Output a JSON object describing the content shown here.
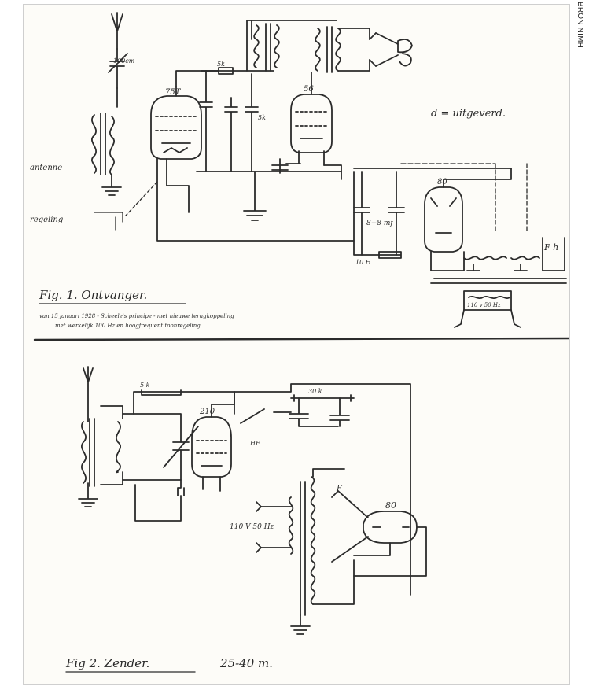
{
  "credit": "BRON NIMH",
  "fig1": {
    "caption": "Fig. 1. Ontvanger.",
    "caption_sub_1": "van 15 januari 1928 - Scheele's principe - met nieuwe terugkoppeling",
    "caption_sub_2": "met werkelijk 100 Hz en hoogfrequent toonregeling.",
    "note": "d = uitgeverd.",
    "labels": {
      "tube_left": "75T",
      "tube_mid": "56",
      "rectifier": "80",
      "terminal_fh": "F h",
      "ant_coil": "100cm",
      "res_a": "5k",
      "res_b": "5k",
      "label_antenne": "antenne",
      "label_regeling": "regeling",
      "cap_40": "8+8 mf",
      "choke": "10 H",
      "transformer": "110 v 50 Hz"
    }
  },
  "fig2": {
    "caption": "Fig 2. Zender.",
    "caption_freq": "25-40 m.",
    "labels": {
      "tube": "210",
      "rectifier": "80",
      "res_top": "5 k",
      "coil_top": "30 k",
      "trafo_label": "110 V\n50 Hz",
      "choke_label": "HF",
      "lbl_f": "F"
    }
  }
}
